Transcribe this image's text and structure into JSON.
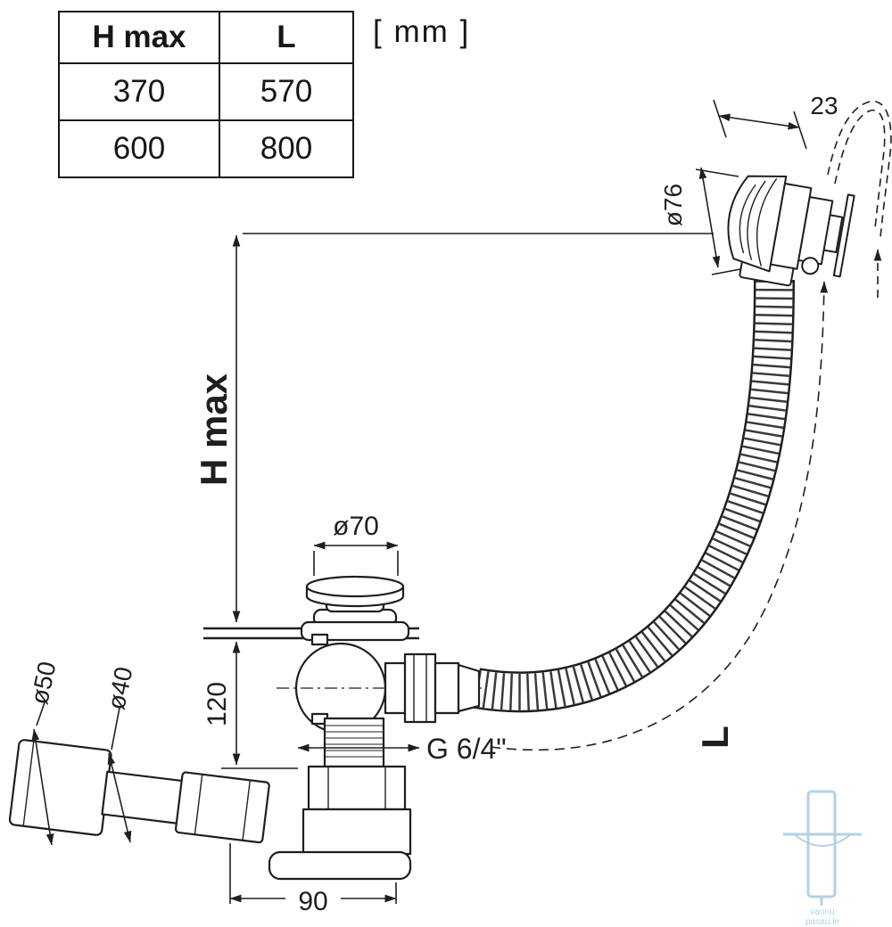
{
  "page": {
    "units_label": "[ mm ]"
  },
  "table": {
    "headers": [
      "H max",
      "L"
    ],
    "rows": [
      [
        "370",
        "570"
      ],
      [
        "600",
        "800"
      ]
    ]
  },
  "dims": {
    "cable_width": "23",
    "overflow_dia": "ø76",
    "h_max": "H max",
    "plug_dia": "ø70",
    "outlet_dia_outer": "ø50",
    "outlet_dia_inner": "ø40",
    "depth": "120",
    "thread": "G 6/4\"",
    "hose_length": "L",
    "base_width": "90"
  },
  "watermark": {
    "line1": "vannu",
    "line2": "pasau.le"
  },
  "colors": {
    "line": "#1f1f1f",
    "watermark": "#a9cfe0",
    "background": "#ffffff"
  }
}
